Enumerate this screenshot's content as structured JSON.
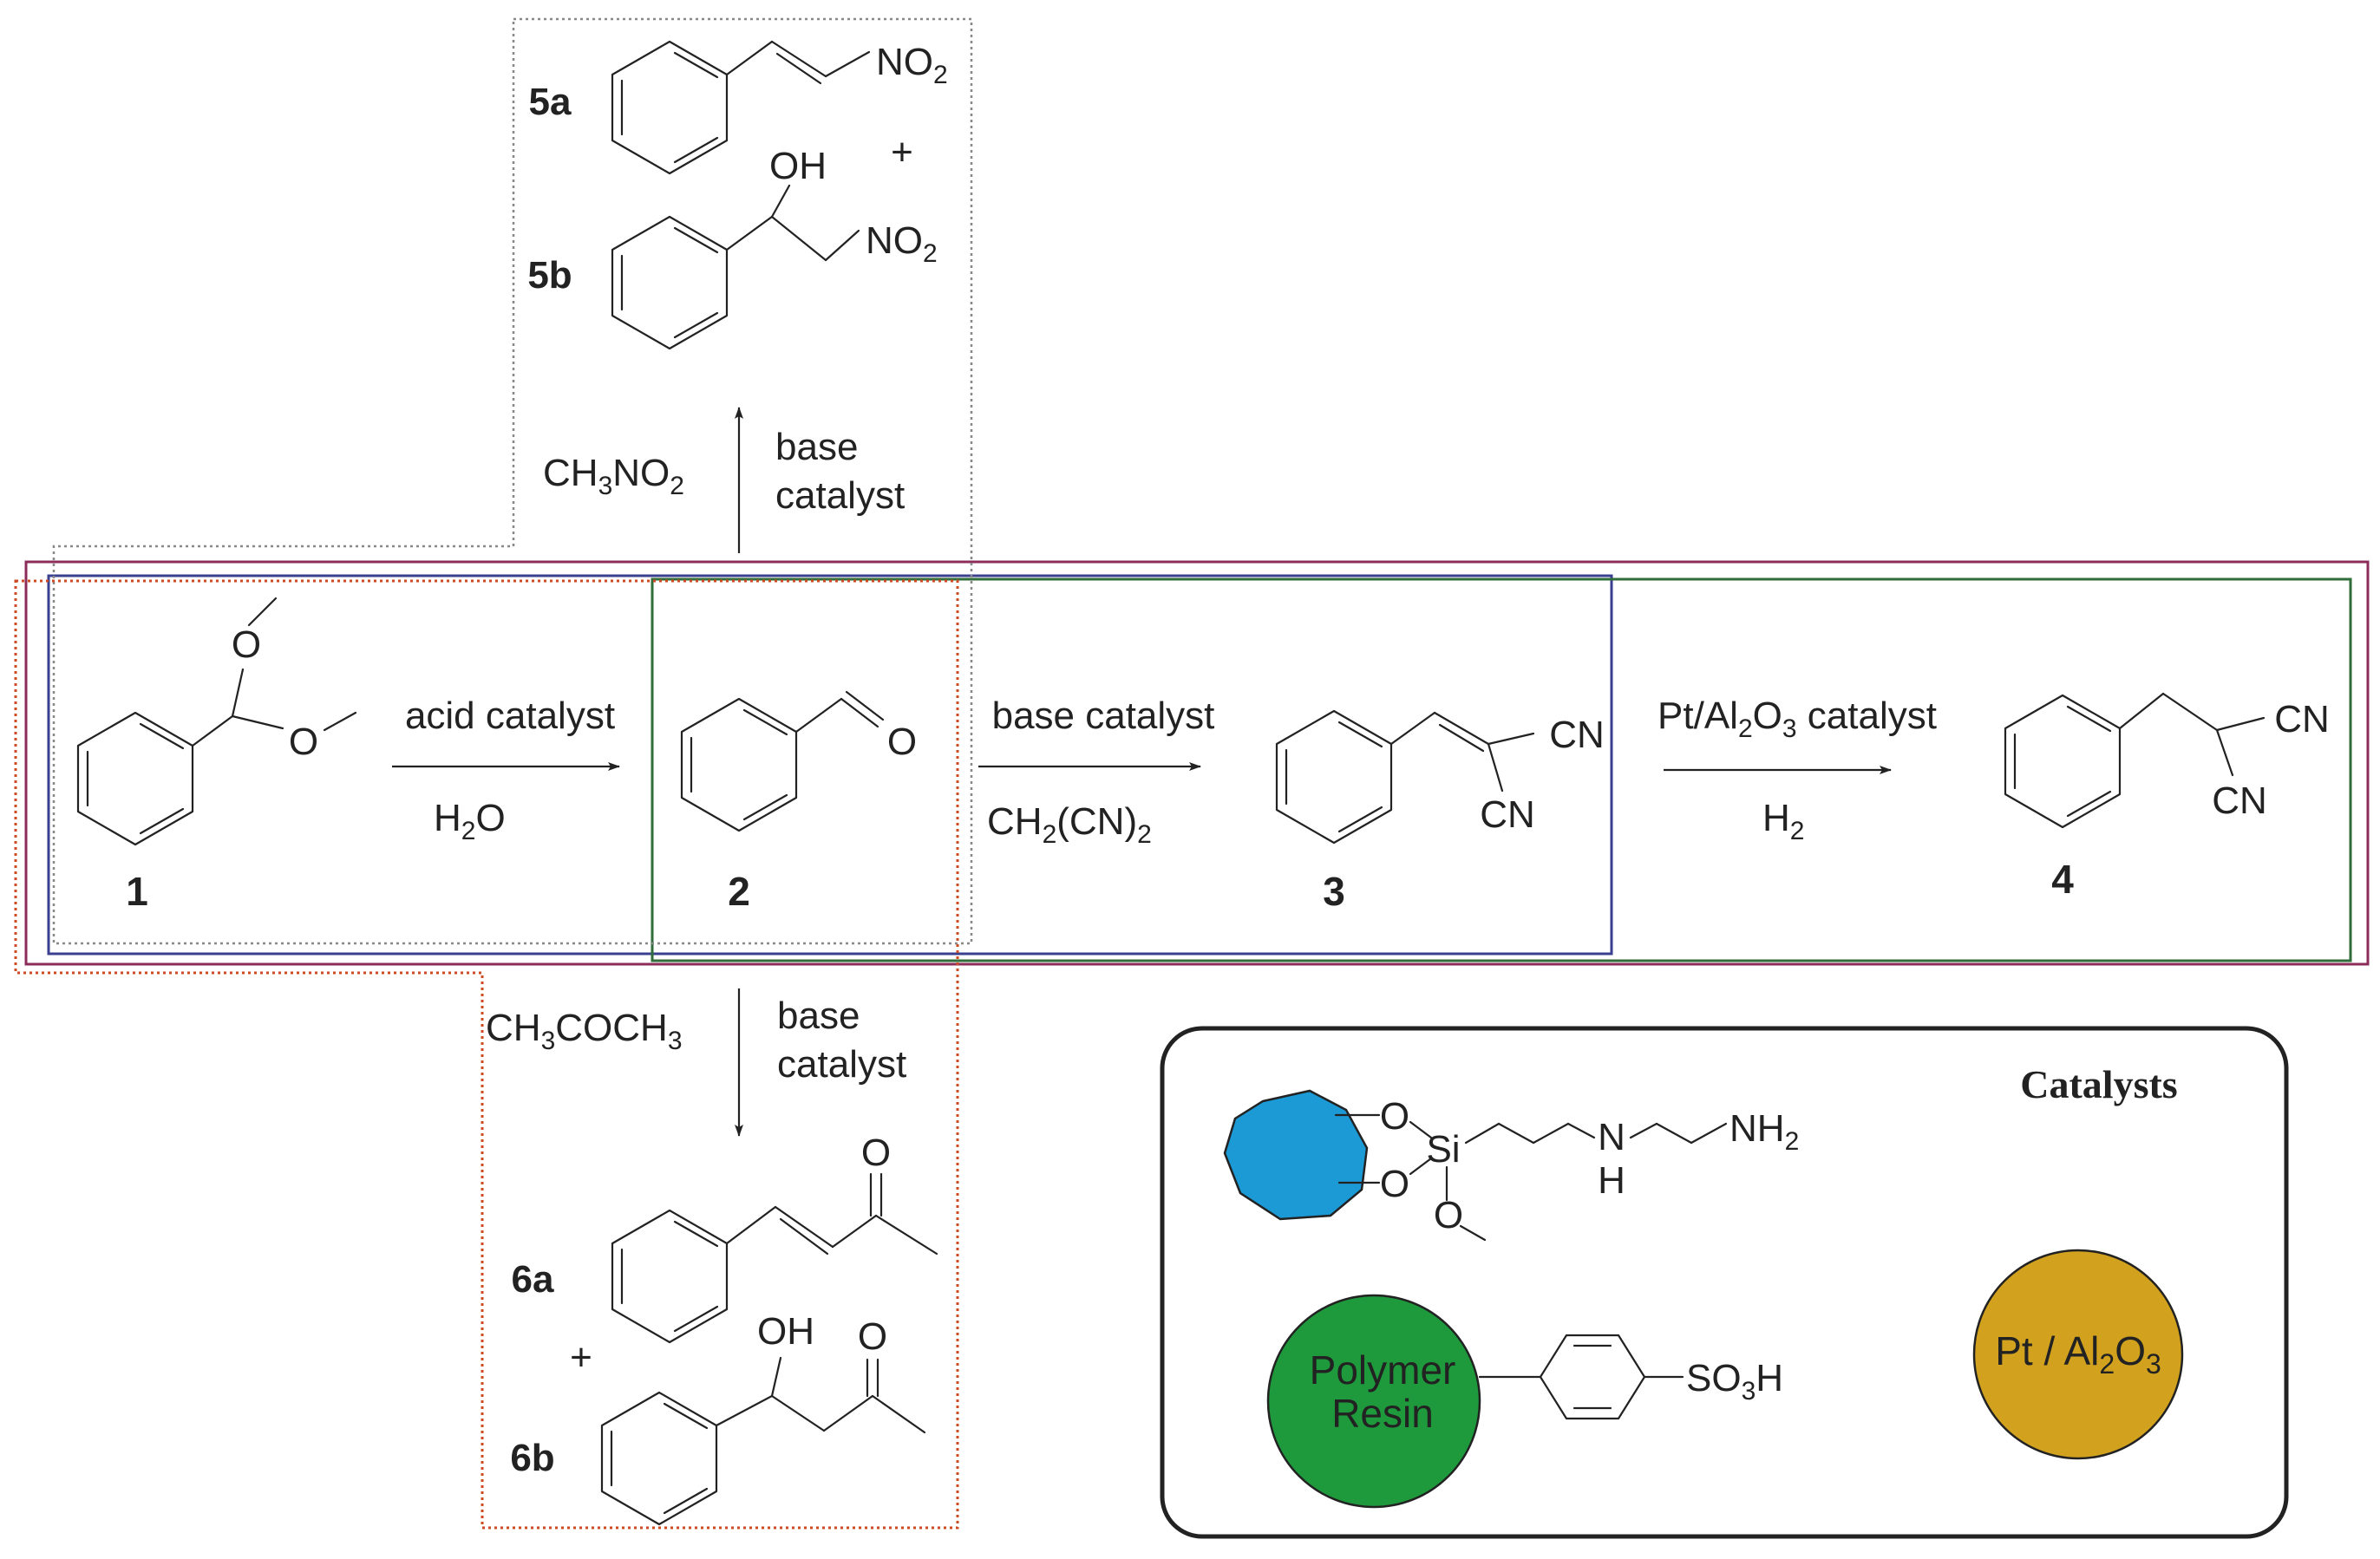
{
  "compounds": {
    "c1": "1",
    "c2": "2",
    "c3": "3",
    "c4": "4",
    "c5a": "5a",
    "c5b": "5b",
    "c6a": "6a",
    "c6b": "6b"
  },
  "atoms": {
    "O": "O",
    "OH": "OH",
    "CN": "CN",
    "NO": "NO",
    "sub2": "2",
    "Si": "Si",
    "N": "N",
    "H": "H",
    "NH": "NH",
    "SO": "SO",
    "sub3": "3",
    "plus": "+"
  },
  "steps": {
    "s1_top": "acid catalyst",
    "s1_bottom_main": "H",
    "s1_bottom_sub": "2",
    "s1_bottom_end": "O",
    "s2_top": "base catalyst",
    "s2_bottom_a": "CH",
    "s2_bottom_sub": "2",
    "s2_bottom_b": "(CN)",
    "s2_bottom_sub2": "2",
    "s3_top_a": "Pt/Al",
    "s3_top_sub": "2",
    "s3_top_b": "O",
    "s3_top_sub2": "3",
    "s3_top_c": " catalyst",
    "s3_bottom_main": "H",
    "s3_bottom_sub": "2",
    "up_reagent_a": "CH",
    "up_reagent_sub": "3",
    "up_reagent_b": "NO",
    "up_reagent_sub2": "2",
    "up_cat_1": "base",
    "up_cat_2": "catalyst",
    "down_reagent_a": "CH",
    "down_reagent_sub": "3",
    "down_reagent_b": "COCH",
    "down_reagent_sub2": "3",
    "down_cat_1": "base",
    "down_cat_2": "catalyst"
  },
  "catalysts": {
    "title": "Catalysts",
    "resin_line1": "Polymer",
    "resin_line2": "Resin",
    "pt_a": "Pt / Al",
    "pt_sub": "2",
    "pt_b": "O",
    "pt_sub2": "3"
  },
  "colors": {
    "purple_box": "#8b2c5a",
    "navy_box": "#3a3f8f",
    "green_box": "#2f6e3a",
    "orange_box": "#cc4b22",
    "grey_box": "#888888",
    "silica": "#1b9ad6",
    "resin": "#1e9a3c",
    "pt": "#d2a21f"
  }
}
